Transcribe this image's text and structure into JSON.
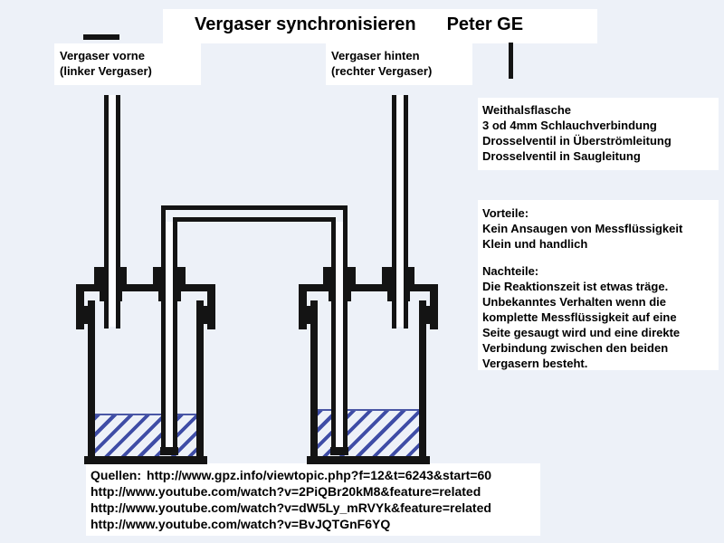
{
  "title": {
    "main": "Vergaser synchronisieren",
    "author": "Peter GE"
  },
  "carb_labels": {
    "front": {
      "line1": "Vergaser vorne",
      "line2": "(linker Vergaser)"
    },
    "rear": {
      "line1": "Vergaser hinten",
      "line2": "(rechter Vergaser)"
    }
  },
  "setup_notes": [
    "Weithalsflasche",
    "3 od 4mm Schlauchverbindung",
    "Drosselventil in Überströmleitung",
    "Drosselventil in Saugleitung"
  ],
  "advantages": {
    "heading": "Vorteile:",
    "items": [
      "Kein Ansaugen von Messflüssigkeit",
      "Klein und handlich"
    ]
  },
  "disadvantages": {
    "heading": "Nachteile:",
    "items": [
      "Die Reaktionszeit ist etwas träge.",
      "Unbekanntes Verhalten wenn die",
      "komplette Messflüssigkeit auf eine",
      "Seite gesaugt wird und eine direkte",
      "Verbindung zwischen den beiden",
      "Vergasern besteht."
    ]
  },
  "sources": {
    "label": "Quellen:",
    "urls": [
      "http://www.gpz.info/viewtopic.php?f=12&t=6243&start=60",
      "http://www.youtube.com/watch?v=2PiQBr20kM8&feature=related",
      "http://www.youtube.com/watch?v=dW5Ly_mRVYk&feature=related",
      "http://www.youtube.com/watch?v=BvJQTGnF6YQ"
    ]
  },
  "colors": {
    "ink": "#141414",
    "liquid_hatch": "#3f4da6",
    "paper": "#edf1f8",
    "textbox": "#ffffff"
  }
}
